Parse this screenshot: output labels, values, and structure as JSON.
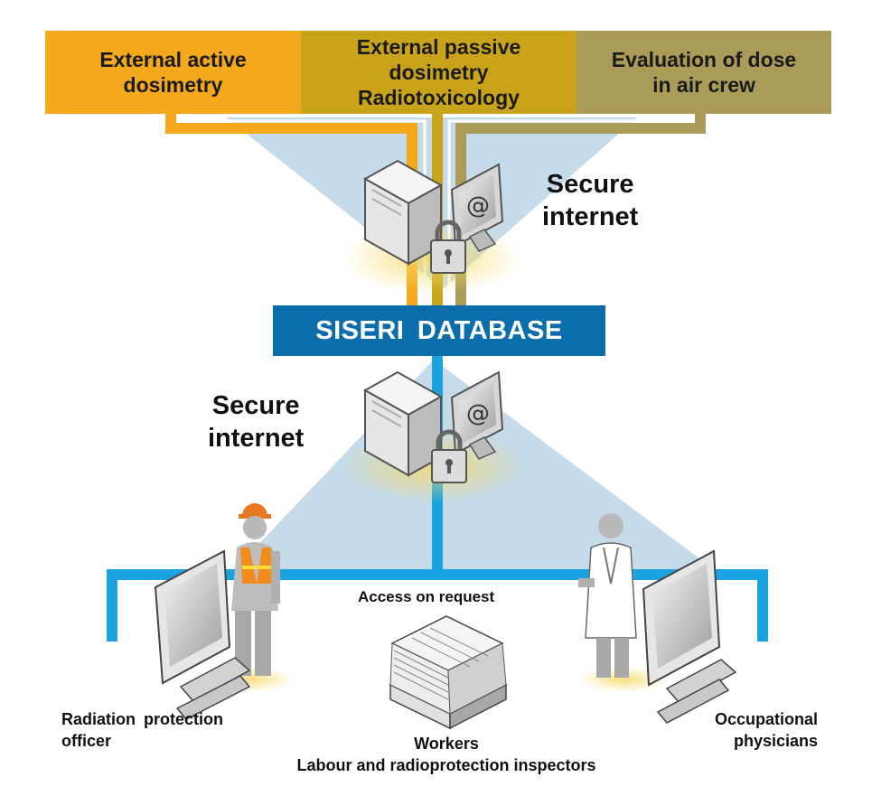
{
  "boxes": {
    "external_active": "External active\ndosimetry",
    "external_passive": "External passive\ndosimetry\nRadiotoxicology",
    "aircrew": "Evaluation of dose\nin air crew"
  },
  "banner": "SISERI  DATABASE",
  "secure_top": "Secure\ninternet",
  "secure_mid": "Secure\ninternet",
  "access": "Access on request",
  "rpo": "Radiation  protection\nofficer",
  "physicians": "Occupational\nphysicians",
  "workers": "Workers\nLabour and radioprotection inspectors",
  "colors": {
    "orange": "#f4a81c",
    "gold": "#c9a41a",
    "olive": "#aa9b58",
    "db_blue": "#0b6eab",
    "line_blue": "#1aa3e0",
    "cone": "#c6dbe9"
  },
  "icons": [
    "server-icon",
    "monitor-at-icon",
    "padlock-icon",
    "document-stack-icon",
    "worker-figure-icon",
    "physician-figure-icon",
    "computer-icon"
  ]
}
